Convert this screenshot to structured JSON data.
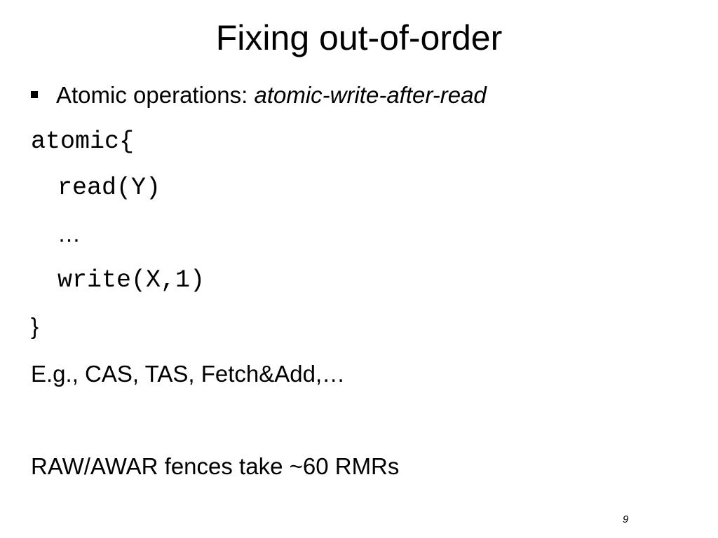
{
  "slide": {
    "title": "Fixing out-of-order",
    "bullet": {
      "label": "Atomic operations: ",
      "emphasis": "atomic-write-after-read"
    },
    "code": {
      "open": "atomic{",
      "read": "read(Y)",
      "ellipsis": "…",
      "write": "write(X,1)",
      "close": "}"
    },
    "example": "E.g., CAS, TAS, Fetch&Add,…",
    "note": "RAW/AWAR fences take ~60 RMRs",
    "page_number": "9"
  }
}
